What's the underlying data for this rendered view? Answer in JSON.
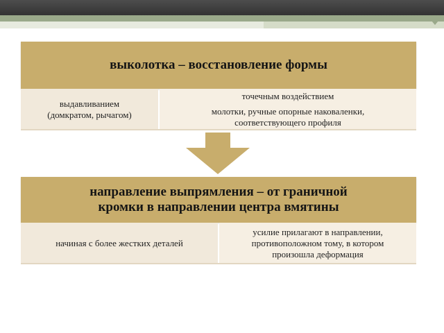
{
  "slide": {
    "block1": {
      "title": "выколотка – восстановление формы",
      "left": {
        "line1": "выдавливанием",
        "line2": "(домкратом, рычагом)"
      },
      "right": {
        "line1": "точечным воздействием",
        "line2": "молотки, ручные опорные наковаленки,",
        "line3": "соответствующего профиля"
      }
    },
    "block2": {
      "title_line1": "направление выпрямления – от граничной",
      "title_line2": "кромки в направлении центра вмятины",
      "left": "начиная с более жестких деталей",
      "right": {
        "line1": "усилие прилагают в направлении,",
        "line2": "противоположном тому, в котором",
        "line3": "произошла деформация"
      }
    }
  },
  "colors": {
    "header": "#c8ad6c",
    "cell": "#f1e9db",
    "arrow": "#c8ad6c",
    "topbar": "#3a3a3a",
    "stripe": "#9aa98a"
  }
}
